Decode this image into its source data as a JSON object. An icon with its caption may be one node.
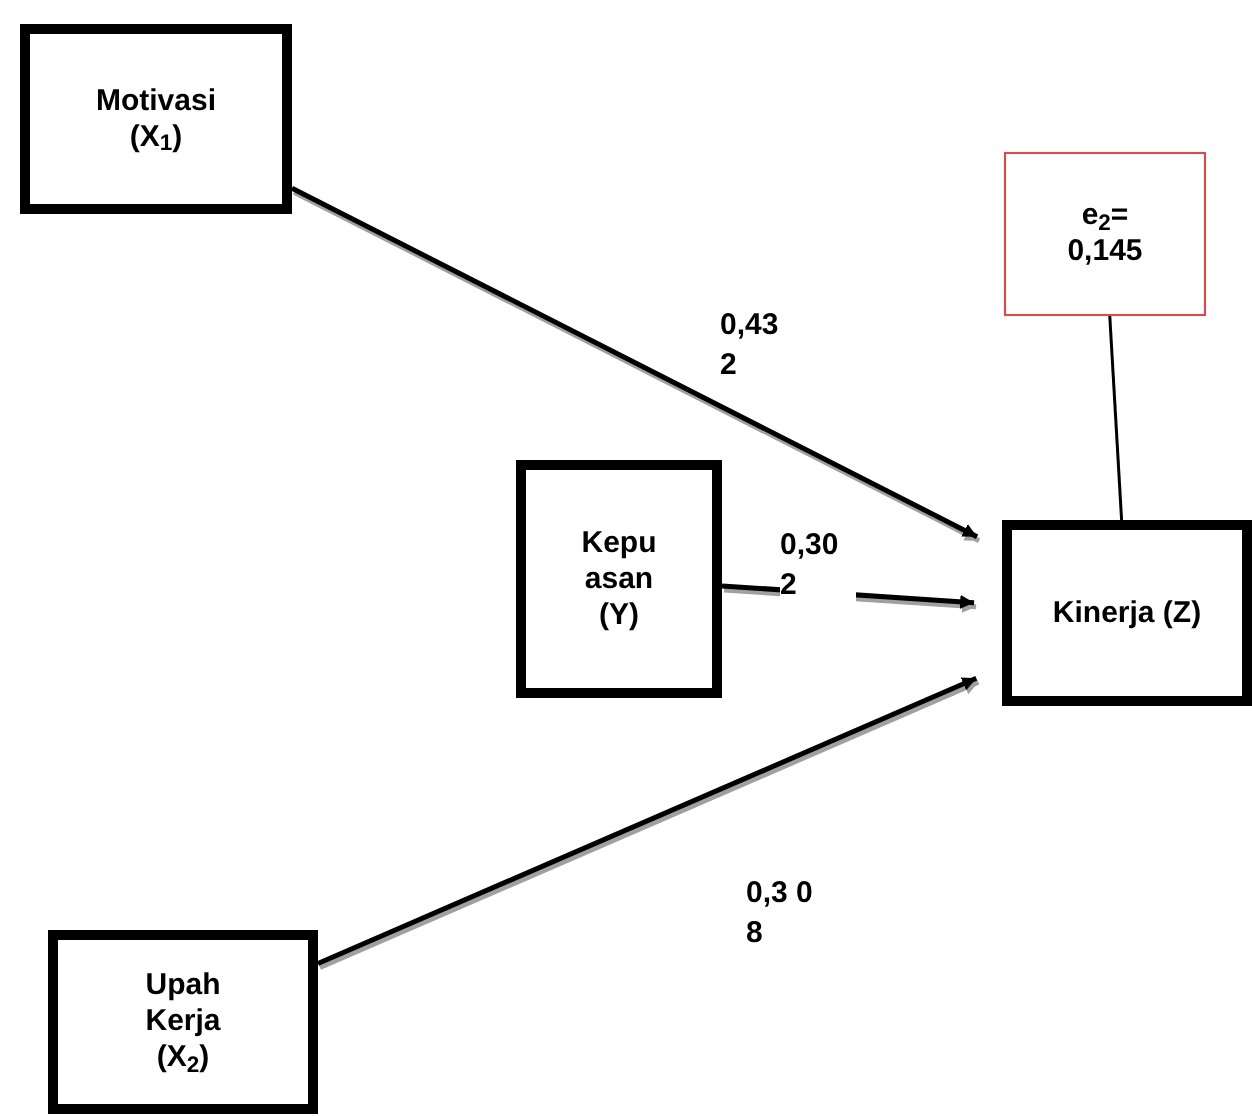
{
  "diagram": {
    "nodes": [
      {
        "text": [
          "Motivasi (X$_{1}$)"
        ]
      },
      {
        "text": [
          "e$_{2}$= 0,145"
        ]
      },
      {
        "text": [
          "Kepu asan (Y)"
        ]
      },
      {
        "text": [
          "Kinerja (Z)"
        ]
      },
      {
        "text": [
          "Upah Kerja (X$_{2}$)"
        ]
      }
    ],
    "edges": [
      {
        "from": 0,
        "to": 3,
        "arrow": "to",
        "label": "0,43 2"
      },
      {
        "from": 2,
        "to": 3,
        "arrow": "to",
        "label": "0,30 2"
      },
      {
        "from": 4,
        "to": 3,
        "arrow": "to",
        "label": "0,3 08"
      },
      {
        "from": 1,
        "to": 3,
        "arrow": "none"
      }
    ]
  }
}
